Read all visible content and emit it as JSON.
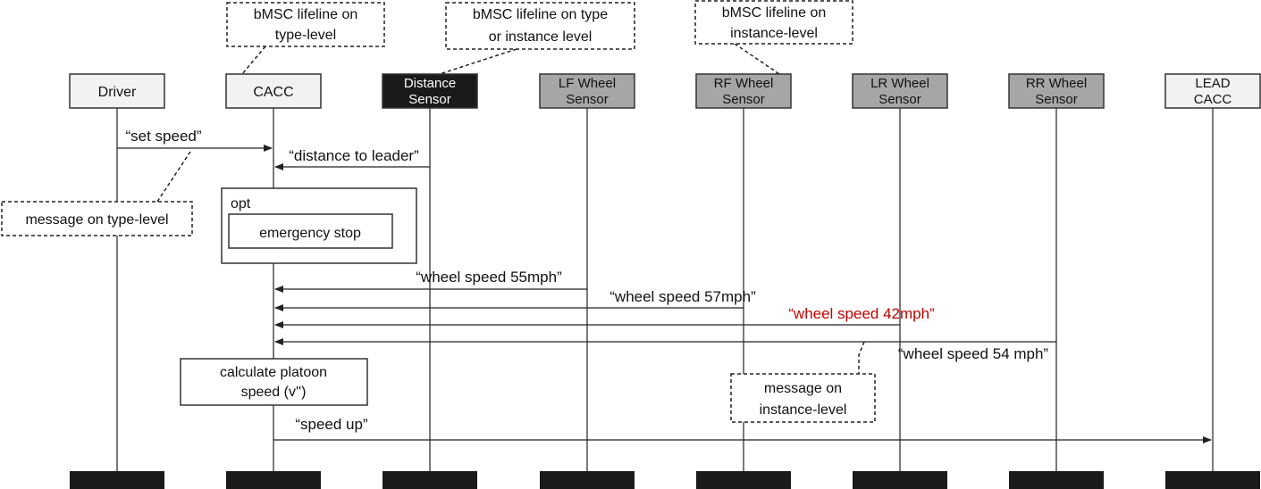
{
  "colors": {
    "plain_head": "#f2f2f2",
    "dark_head": "#1a1a1a",
    "gray_head": "#a6a6a6",
    "line": "#222222",
    "highlight_text": "#c00000"
  },
  "lifelines": [
    {
      "lines": [
        "Driver"
      ],
      "style": "plain"
    },
    {
      "lines": [
        "CACC"
      ],
      "style": "plain"
    },
    {
      "lines": [
        "Distance",
        "Sensor"
      ],
      "style": "dark"
    },
    {
      "lines": [
        "LF Wheel",
        "Sensor"
      ],
      "style": "gray"
    },
    {
      "lines": [
        "RF Wheel",
        "Sensor"
      ],
      "style": "gray"
    },
    {
      "lines": [
        "LR Wheel",
        "Sensor"
      ],
      "style": "gray"
    },
    {
      "lines": [
        "RR Wheel",
        "Sensor"
      ],
      "style": "gray"
    },
    {
      "lines": [
        "LEAD",
        "CACC"
      ],
      "style": "plain"
    }
  ],
  "messages": [
    {
      "label": "“set speed”",
      "from": 0,
      "to": 1,
      "highlight": false
    },
    {
      "label": "“distance to leader”",
      "from": 2,
      "to": 1,
      "highlight": false
    },
    {
      "label": "“wheel speed 55mph”",
      "from": 3,
      "to": 1,
      "highlight": false
    },
    {
      "label": "“wheel speed 57mph”",
      "from": 4,
      "to": 1,
      "highlight": false
    },
    {
      "label": "“wheel speed 42mph”",
      "from": 5,
      "to": 1,
      "highlight": true
    },
    {
      "label": "“wheel speed 54 mph”",
      "from": 6,
      "to": 1,
      "highlight": false
    },
    {
      "label": "“speed up”",
      "from": 1,
      "to": 7,
      "highlight": false
    }
  ],
  "fragment": {
    "operator": "opt",
    "inner": "emergency stop"
  },
  "action": {
    "lines": [
      "calculate platoon",
      "speed (v'')"
    ]
  },
  "notes": {
    "type_level_lifeline": [
      "bMSC lifeline on",
      "type-level"
    ],
    "type_or_instance_lifeline": [
      "bMSC lifeline on type",
      "or instance level"
    ],
    "instance_level_lifeline": [
      "bMSC lifeline on",
      "instance-level"
    ],
    "type_level_message": [
      "message on type-level"
    ],
    "instance_level_message": [
      "message on",
      "instance-level"
    ]
  }
}
